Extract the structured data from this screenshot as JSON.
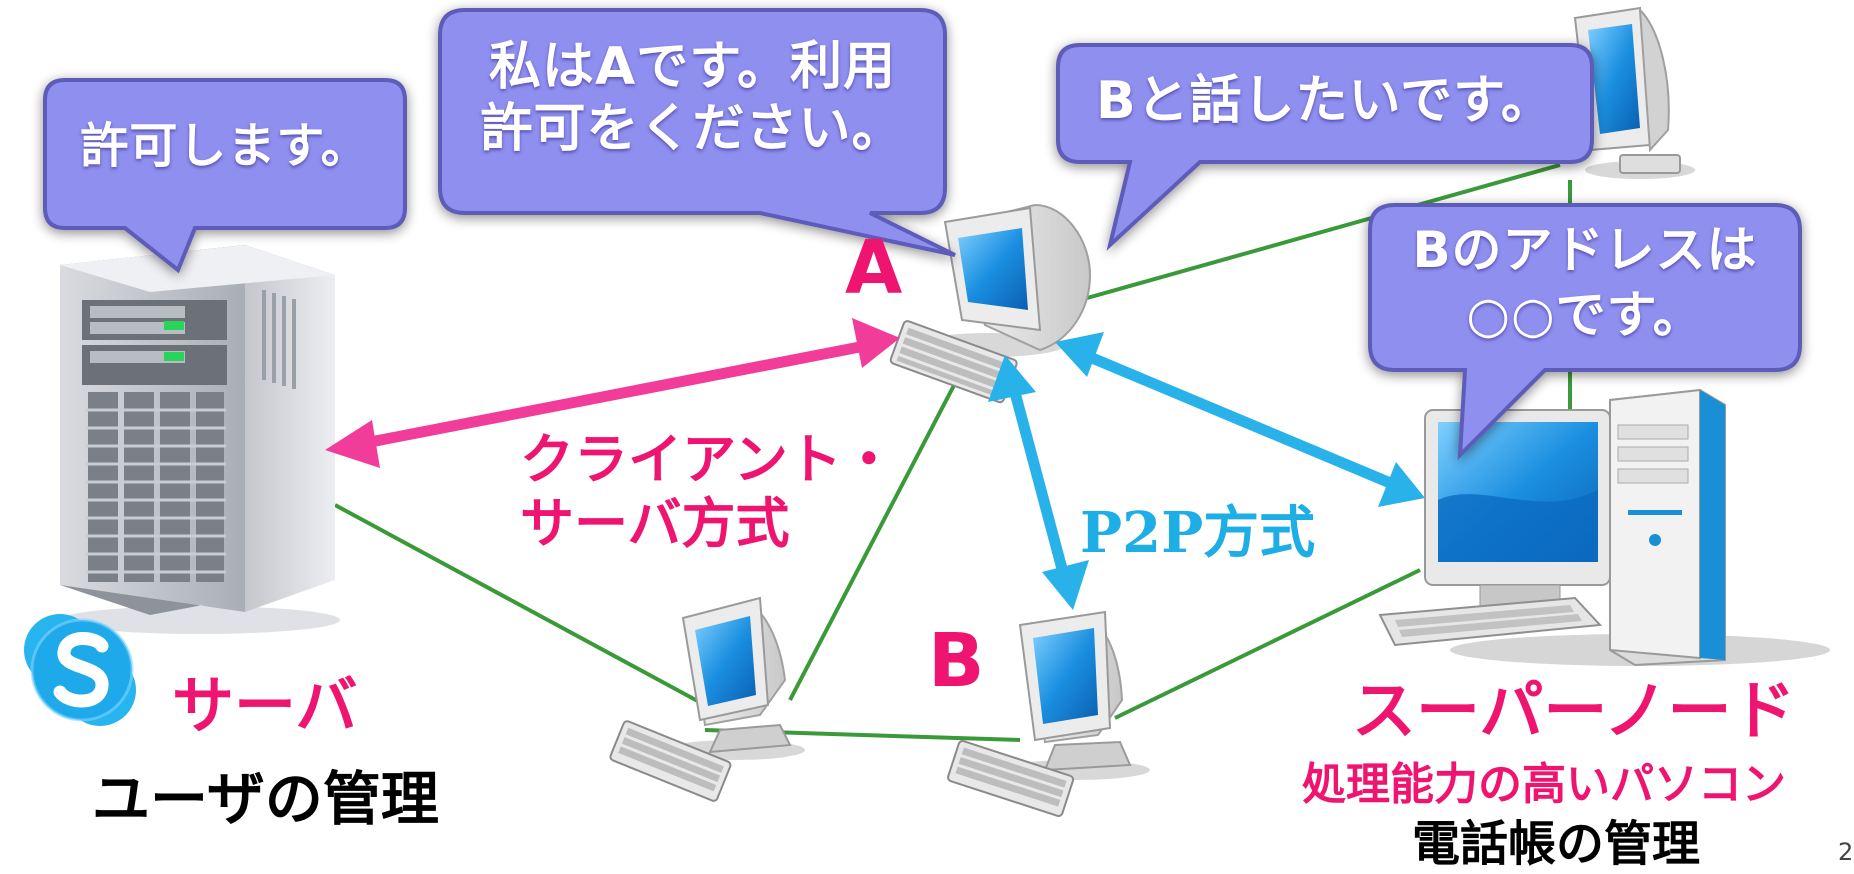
{
  "bubbles": {
    "server_reply": "許可します。",
    "a_request_line1": "私はAです。利用",
    "a_request_line2": "許可をください。",
    "a_talk": "Bと話したいです。",
    "super_reply_line1": "Bのアドレスは",
    "super_reply_line2": "○○です。"
  },
  "nodes": {
    "a_letter": "A",
    "b_letter": "B"
  },
  "labels": {
    "client_server_line1": "クライアント・",
    "client_server_line2": "サーバ方式",
    "p2p": "P2P方式",
    "server": "サーバ",
    "server_role": "ユーザの管理",
    "supernode": "スーパーノード",
    "supernode_desc": "処理能力の高いパソコン",
    "supernode_role": "電話帳の管理"
  },
  "page_number": "2",
  "colors": {
    "magenta": "#ee1470",
    "cyan": "#1eaee6",
    "link_green": "#3a9a3a",
    "bubble_fill": "#8f8ff0",
    "bubble_stroke": "#5d5bb8"
  },
  "icons": {
    "logo": "skype-logo",
    "server": "tower-server-icon",
    "pc": "crt-computer-icon",
    "supernode": "desktop-tower-computer-icon"
  }
}
